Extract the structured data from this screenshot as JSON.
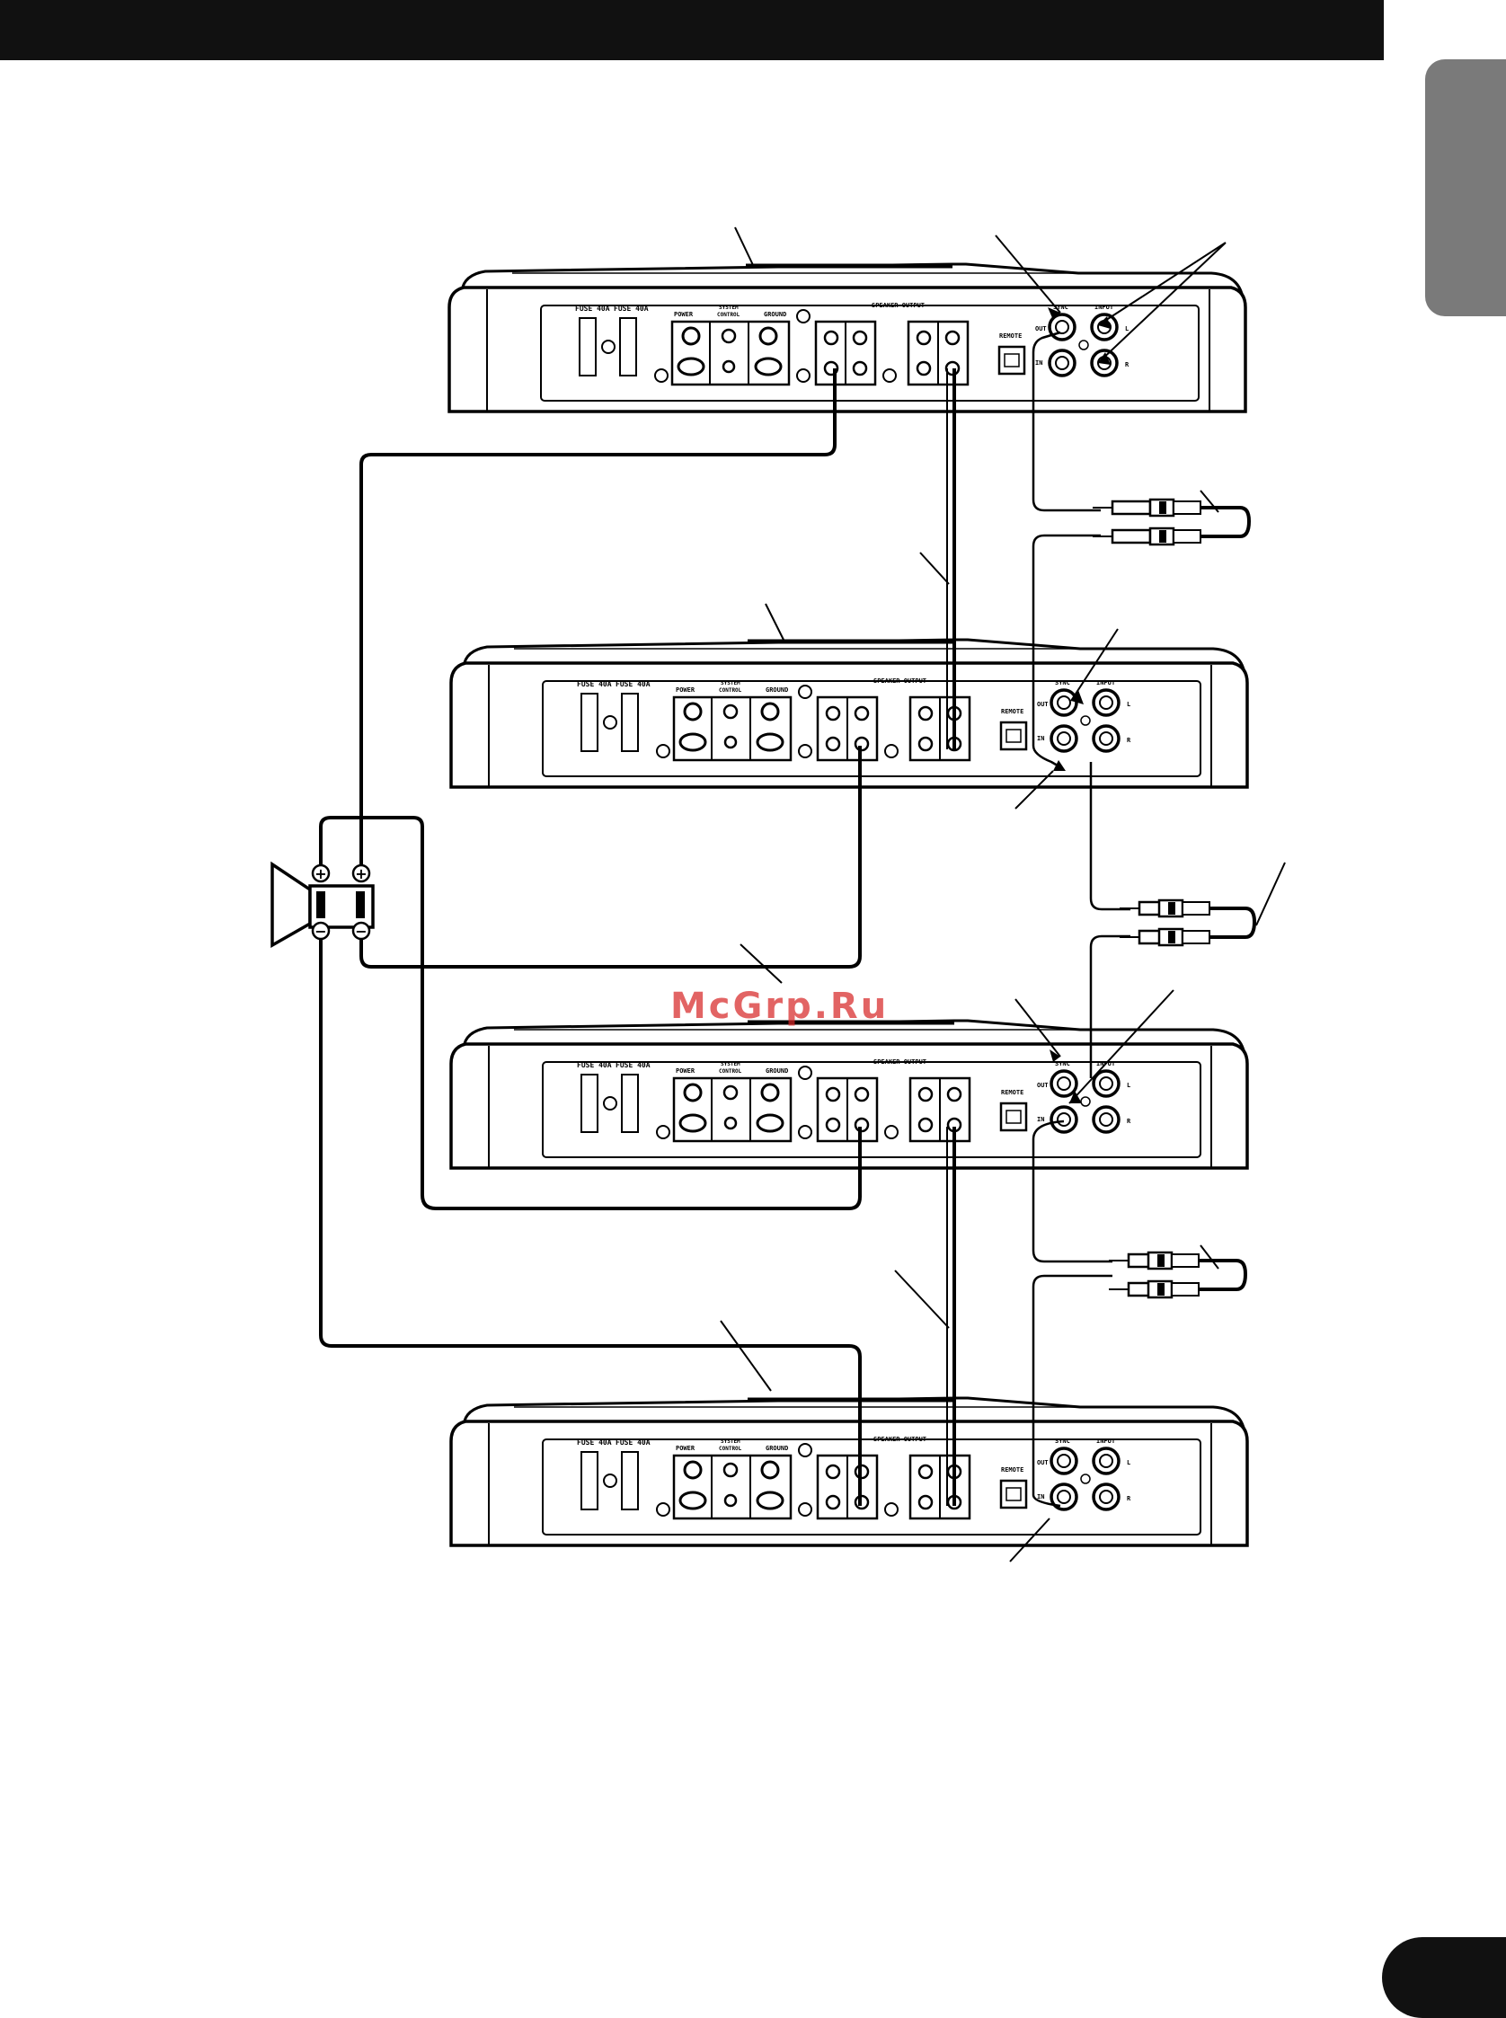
{
  "watermark": "McGrp.Ru",
  "amp_labels": {
    "fuse_left": "FUSE 40A",
    "fuse_right": "FUSE 40A",
    "power": "POWER",
    "system": "SYSTEM",
    "control": "CONTROL",
    "ground": "GROUND",
    "speaker_output": "SPEAKER OUTPUT",
    "remote": "REMOTE",
    "sync": "SYNC",
    "input": "INPUT",
    "sync_out": "OUT",
    "sync_in": "IN",
    "input_l": "L",
    "input_r": "R"
  },
  "speaker": {
    "plus": "+",
    "minus": "−"
  },
  "colors": {
    "header": "#111111",
    "tab": "#7a7a7a",
    "watermark": "#d72828"
  }
}
